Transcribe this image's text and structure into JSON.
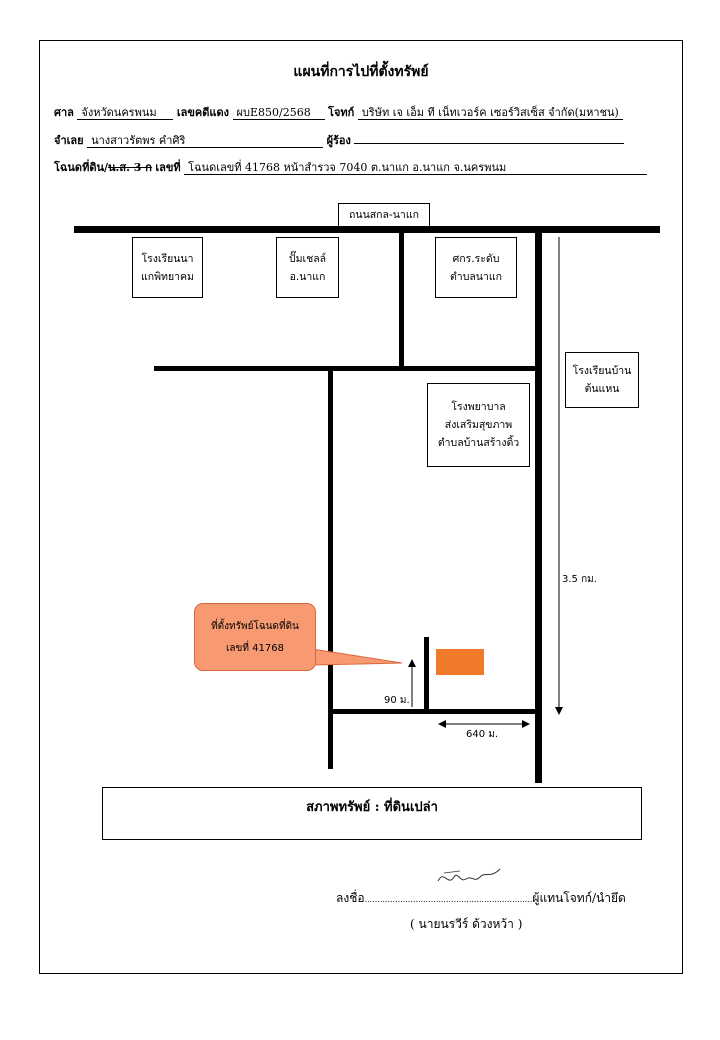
{
  "title": "แผนที่การไปที่ตั้งทรัพย์",
  "header": {
    "court_label": "ศาล",
    "court_value": "จังหวัดนครพนม",
    "case_label": "เลขคดีแดง",
    "case_value": "ผบE850/2568",
    "plaintiff_label": "โจทก์",
    "plaintiff_value": "บริษัท เจ เอ็ม ที เน็ทเวอร์ค เซอร์วิสเซ็ส จำกัด(มหาชน)",
    "defendant_label": "จำเลย",
    "defendant_value": "นางสาวรัตพร คำศิริ",
    "petitioner_label": "ผู้ร้อง",
    "petitioner_value": "",
    "deed_label_a": "โฉนดที่ดิน/",
    "deed_label_strike": "น.ส. 3 ก",
    "deed_label_b": "เลขที่",
    "deed_value": "โฉนดเลขที่ 41768 หน้าสำรวจ 7040 ต.นาแก อ.นาแก จ.นครพนม"
  },
  "map": {
    "road_label": "ถนนสกล-นาแก",
    "places": [
      "โรงเรียนนา\nแกพิทยาคม",
      "ปั๊มเชลล์\nอ.นาแก",
      "ศกร.ระดับ\nตำบลนาแก",
      "โรงเรียนบ้าน\nต้นแหน",
      "โรงพยาบาล\nส่งเสริมสุขภาพ\nตำบลบ้านสร้างติ้ว"
    ],
    "distance_long": "3.5 กม.",
    "distance_90": "90 ม.",
    "distance_640": "640 ม.",
    "callout": "ที่ตั้งทรัพย์โฉนดที่ดิน\nเลขที่ 41768",
    "colors": {
      "callout_fill": "#F79A72",
      "callout_border": "#D9663A",
      "property": "#F07A2A"
    }
  },
  "status": "สภาพทรัพย์ : ที่ดินเปล่า",
  "signature": {
    "prefix": "ลงชื่อ",
    "dots": "..................................................................",
    "role": "ผู้แทนโจทก์/นำยึด",
    "name": "( นายนรวีร์ ด้วงหว้า )"
  }
}
